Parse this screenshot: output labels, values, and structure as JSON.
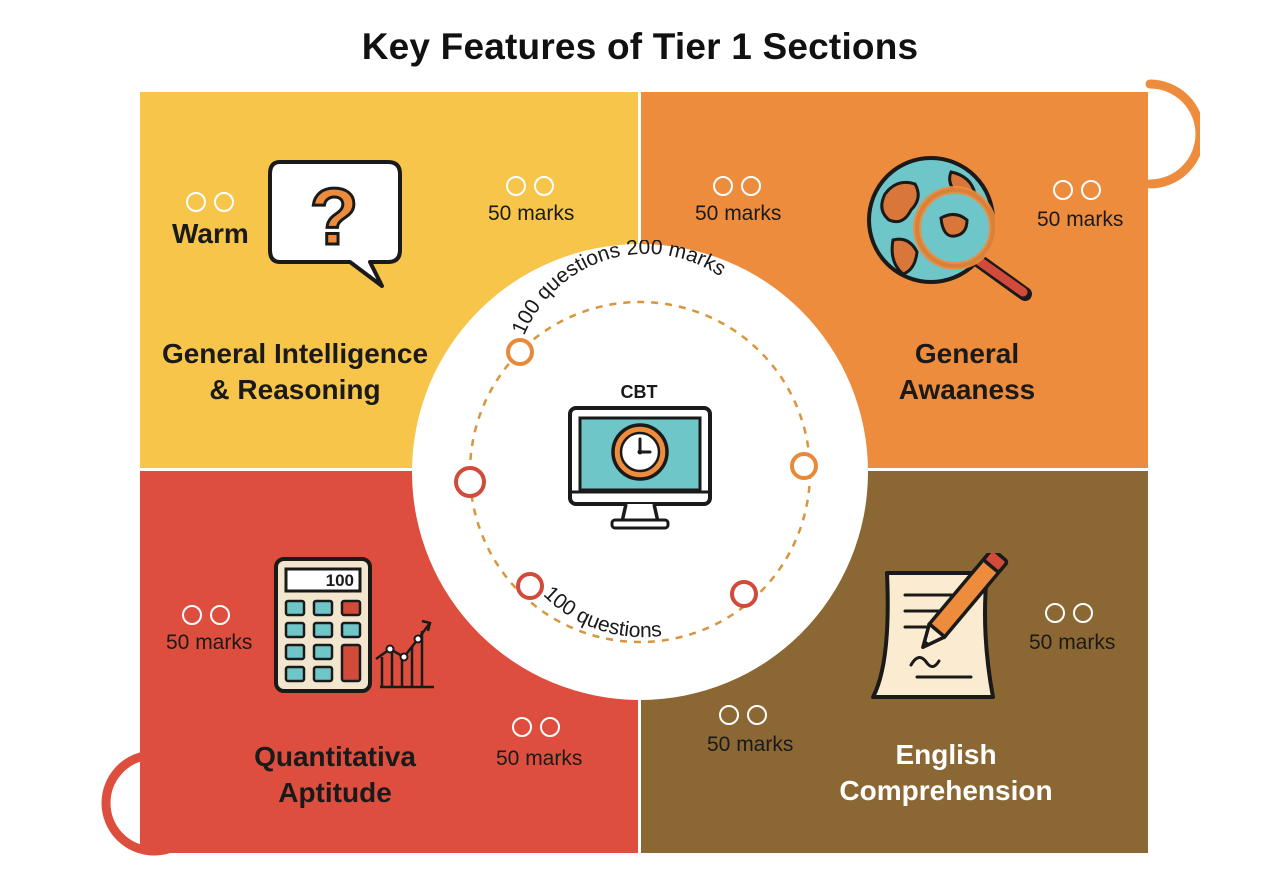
{
  "title": "Key Features of Tier 1 Sections",
  "colors": {
    "reasoning": "#F6C54A",
    "awareness": "#EE8C3D",
    "quant": "#DD4E3F",
    "english": "#8B6734",
    "ring_orange": "#E8893A",
    "ring_red": "#D24A3A"
  },
  "center": {
    "label": "CBT",
    "arc_top": "100 questions 200 marks",
    "arc_bottom": "100 questions",
    "icon": "computer-clock-icon"
  },
  "sections": {
    "reasoning": {
      "title_line1": "General Intelligence",
      "title_line2": "& Reasoning",
      "tag": "Warm",
      "marks": "50 marks",
      "icon": "question-speech-bubble-icon"
    },
    "awareness": {
      "title_line1": "General",
      "title_line2": "Awaaness",
      "marks_left": "50 marks",
      "marks_right": "50 marks",
      "icon": "globe-magnifier-icon"
    },
    "quant": {
      "title_line1": "Quantitativa",
      "title_line2": "Aptitude",
      "marks_left": "50 marks",
      "marks_right": "50 marks",
      "calculator_display": "100",
      "icon": "calculator-chart-icon"
    },
    "english": {
      "title_line1": "English",
      "title_line2": "Comprehension",
      "marks_left": "50 marks",
      "marks_right": "50 marks",
      "icon": "paper-pencil-icon"
    }
  }
}
